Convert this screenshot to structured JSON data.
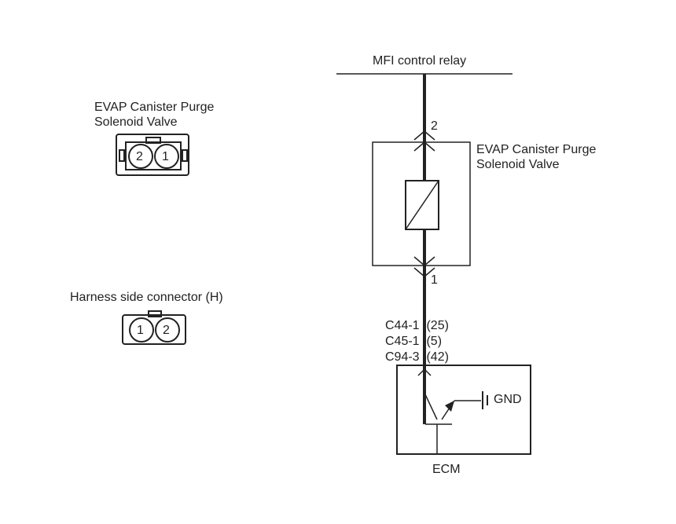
{
  "relay": {
    "label": "MFI control relay"
  },
  "component": {
    "label_line1": "EVAP Canister Purge",
    "label_line2": "Solenoid Valve",
    "top_pin": "2",
    "bottom_pin": "1"
  },
  "component_connector": {
    "title_line1": "EVAP Canister Purge",
    "title_line2": "Solenoid Valve",
    "pins": [
      "2",
      "1"
    ]
  },
  "harness_connector": {
    "title": "Harness side connector (H)",
    "pins": [
      "1",
      "2"
    ]
  },
  "ecm_terminals": [
    {
      "terminal": "C44-1",
      "pin": "(25)"
    },
    {
      "terminal": "C45-1",
      "pin": "(5)"
    },
    {
      "terminal": "C94-3",
      "pin": "(42)"
    }
  ],
  "ecm": {
    "label": "ECM",
    "ground_label": "GND"
  },
  "colors": {
    "line": "#222222",
    "background": "#ffffff"
  }
}
